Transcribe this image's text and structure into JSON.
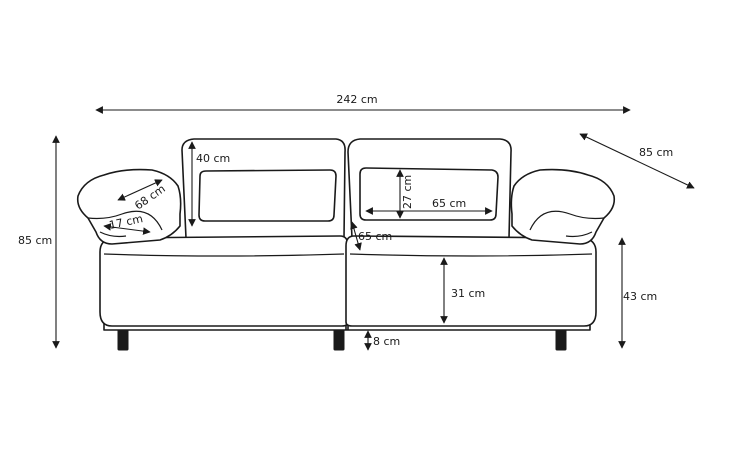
{
  "dimensions": {
    "total_width": "242 cm",
    "depth": "85 cm",
    "total_height": "85 cm",
    "backrest_height": "40 cm",
    "cushion_height": "27 cm",
    "cushion_width": "65 cm",
    "seat_depth": "65 cm",
    "seat_height": "31 cm",
    "leg_height": "8 cm",
    "armrest_height": "43 cm",
    "armrest_length": "68 cm",
    "armrest_width": "17 cm"
  }
}
